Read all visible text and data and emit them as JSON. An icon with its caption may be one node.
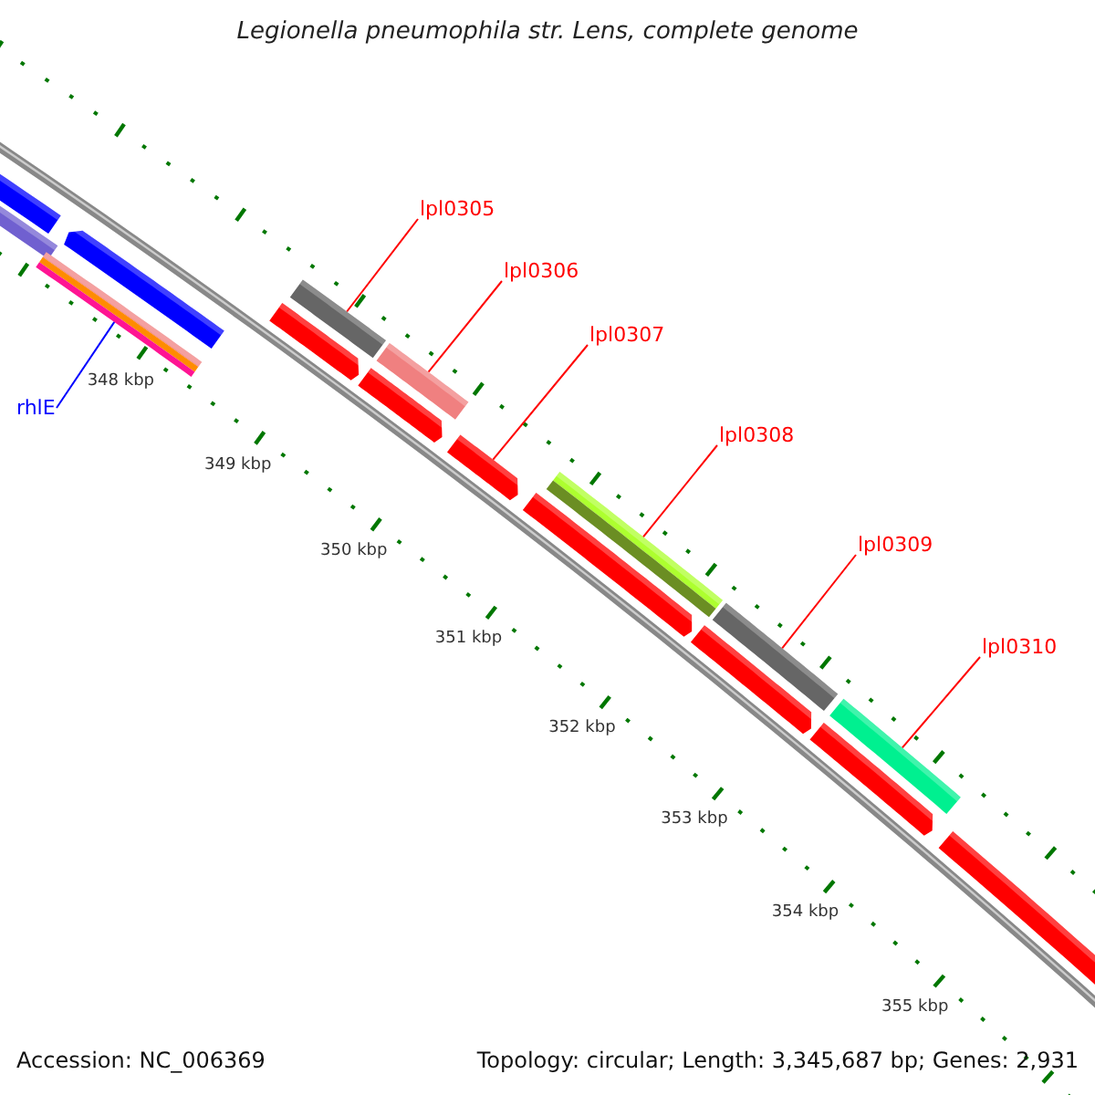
{
  "diagram": {
    "title": "Legionella pneumophila str. Lens, complete genome",
    "nodes": [
      {
        "text": [
          "rhlE"
        ]
      },
      {
        "text": [],
        "shape": "bar"
      },
      {
        "text": [
          "lpl0305"
        ]
      },
      {
        "text": [],
        "shape": "bar"
      },
      {
        "text": [
          "lpl0306"
        ]
      },
      {
        "text": [],
        "shape": "bar"
      },
      {
        "text": [
          "lpl0307"
        ]
      },
      {
        "text": [],
        "shape": "bar"
      },
      {
        "text": [
          "lpl0308"
        ]
      },
      {
        "text": [],
        "shape": "bar"
      },
      {
        "text": [
          "lpl0309"
        ]
      },
      {
        "text": [],
        "shape": "bar"
      },
      {
        "text": [
          "lpl0310"
        ]
      },
      {
        "text": [],
        "shape": "bar"
      }
    ],
    "edges": [
      {
        "from": 0,
        "to": 1,
        "arrow": "none",
        "color": "#0000ff"
      },
      {
        "from": 2,
        "to": 3,
        "arrow": "none"
      },
      {
        "from": 4,
        "to": 5,
        "arrow": "none"
      },
      {
        "from": 6,
        "to": 7,
        "arrow": "none"
      },
      {
        "from": 8,
        "to": 9,
        "arrow": "none"
      },
      {
        "from": 10,
        "to": 11,
        "arrow": "none"
      },
      {
        "from": 12,
        "to": 13,
        "arrow": "none"
      }
    ],
    "labels": [
      "348 kbp",
      "349 kbp",
      "350 kbp",
      "351 kbp",
      "352 kbp",
      "353 kbp",
      "354 kbp",
      "355 kbp",
      "Accession: NC_006369",
      "Topology: circular; Length: 3,345,687 bp; Genes: 2,931"
    ]
  }
}
